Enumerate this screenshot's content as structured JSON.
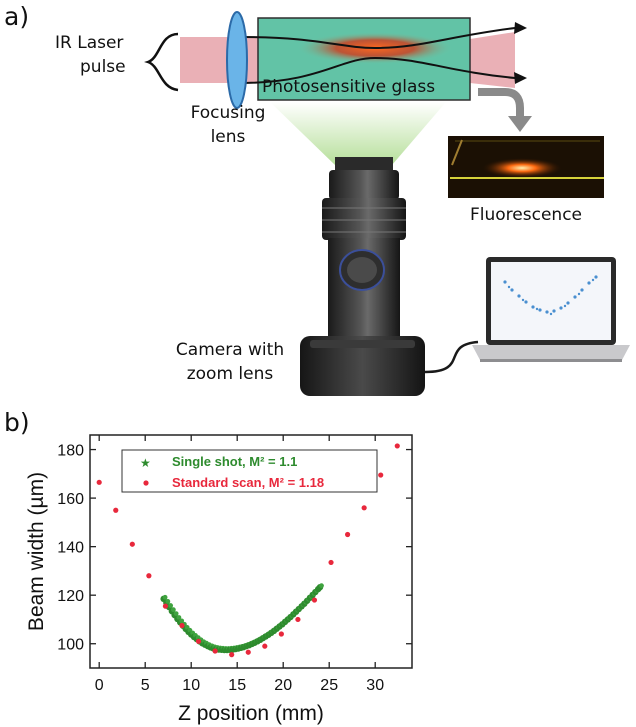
{
  "panel_a": {
    "label": "a)",
    "ir_label_line1": "IR Laser",
    "ir_label_line2": "pulse",
    "focusing_line1": "Focusing",
    "focusing_line2": "lens",
    "glass_label": "Photosensitive glass",
    "fluorescence_label": "Fluorescence",
    "camera_line1": "Camera with",
    "camera_line2": "zoom lens"
  },
  "panel_b": {
    "label": "b)"
  },
  "colors": {
    "glass": "#5fc4a8",
    "beam": "#e8a0a8",
    "standard": "#e8283c",
    "single": "#2e8b2e"
  },
  "chart_data": {
    "type": "scatter",
    "xlabel": "Z position (mm)",
    "ylabel": "Beam width (µm)",
    "xlim": [
      -1,
      34
    ],
    "ylim": [
      90,
      186
    ],
    "xticks": [
      0,
      5,
      10,
      15,
      20,
      25,
      30
    ],
    "yticks": [
      100,
      120,
      140,
      160,
      180
    ],
    "legend_position": "top-center",
    "series": [
      {
        "name": "Single shot, M² = 1.1",
        "color": "#2e8b2e",
        "marker": "star",
        "x": [
          7.0,
          7.3,
          7.6,
          7.9,
          8.2,
          8.5,
          8.8,
          9.1,
          9.4,
          9.7,
          10.0,
          10.3,
          10.6,
          10.9,
          11.2,
          11.5,
          11.8,
          12.1,
          12.4,
          12.7,
          13.0,
          13.3,
          13.6,
          13.9,
          14.2,
          14.5,
          14.8,
          15.1,
          15.4,
          15.7,
          16.0,
          16.3,
          16.6,
          16.9,
          17.2,
          17.5,
          17.8,
          18.1,
          18.4,
          18.7,
          19.0,
          19.3,
          19.6,
          19.9,
          20.2,
          20.5,
          20.8,
          21.1,
          21.4,
          21.7,
          22.0,
          22.3,
          22.6,
          22.9,
          23.2,
          23.5,
          23.8,
          24.0
        ],
        "y": [
          118.5,
          116.8,
          115.1,
          113.4,
          111.8,
          110.2,
          108.8,
          107.4,
          106.1,
          104.9,
          103.8,
          102.8,
          101.9,
          101.0,
          100.2,
          99.6,
          99.0,
          98.5,
          98.1,
          97.8,
          97.6,
          97.5,
          97.4,
          97.4,
          97.5,
          97.6,
          97.8,
          98.0,
          98.3,
          98.6,
          99.0,
          99.4,
          99.9,
          100.4,
          101.0,
          101.6,
          102.3,
          103.0,
          103.7,
          104.5,
          105.3,
          106.2,
          107.1,
          108.0,
          109.0,
          110.0,
          111.0,
          112.1,
          113.2,
          114.3,
          115.4,
          116.5,
          117.7,
          118.9,
          120.1,
          121.3,
          122.5,
          123.3
        ]
      },
      {
        "name": "Standard scan, M² = 1.18",
        "color": "#e8283c",
        "marker": "dot",
        "x": [
          0.0,
          1.8,
          3.6,
          5.4,
          7.2,
          9.0,
          10.8,
          12.6,
          14.4,
          16.2,
          18.0,
          19.8,
          21.6,
          23.4,
          25.2,
          27.0,
          28.8,
          30.6,
          32.4
        ],
        "y": [
          166.5,
          155.0,
          141.0,
          128.0,
          115.5,
          107.5,
          101.0,
          97.0,
          95.5,
          96.5,
          99.0,
          104.0,
          110.0,
          118.0,
          133.5,
          145.0,
          156.0,
          169.5,
          181.5
        ]
      }
    ]
  }
}
